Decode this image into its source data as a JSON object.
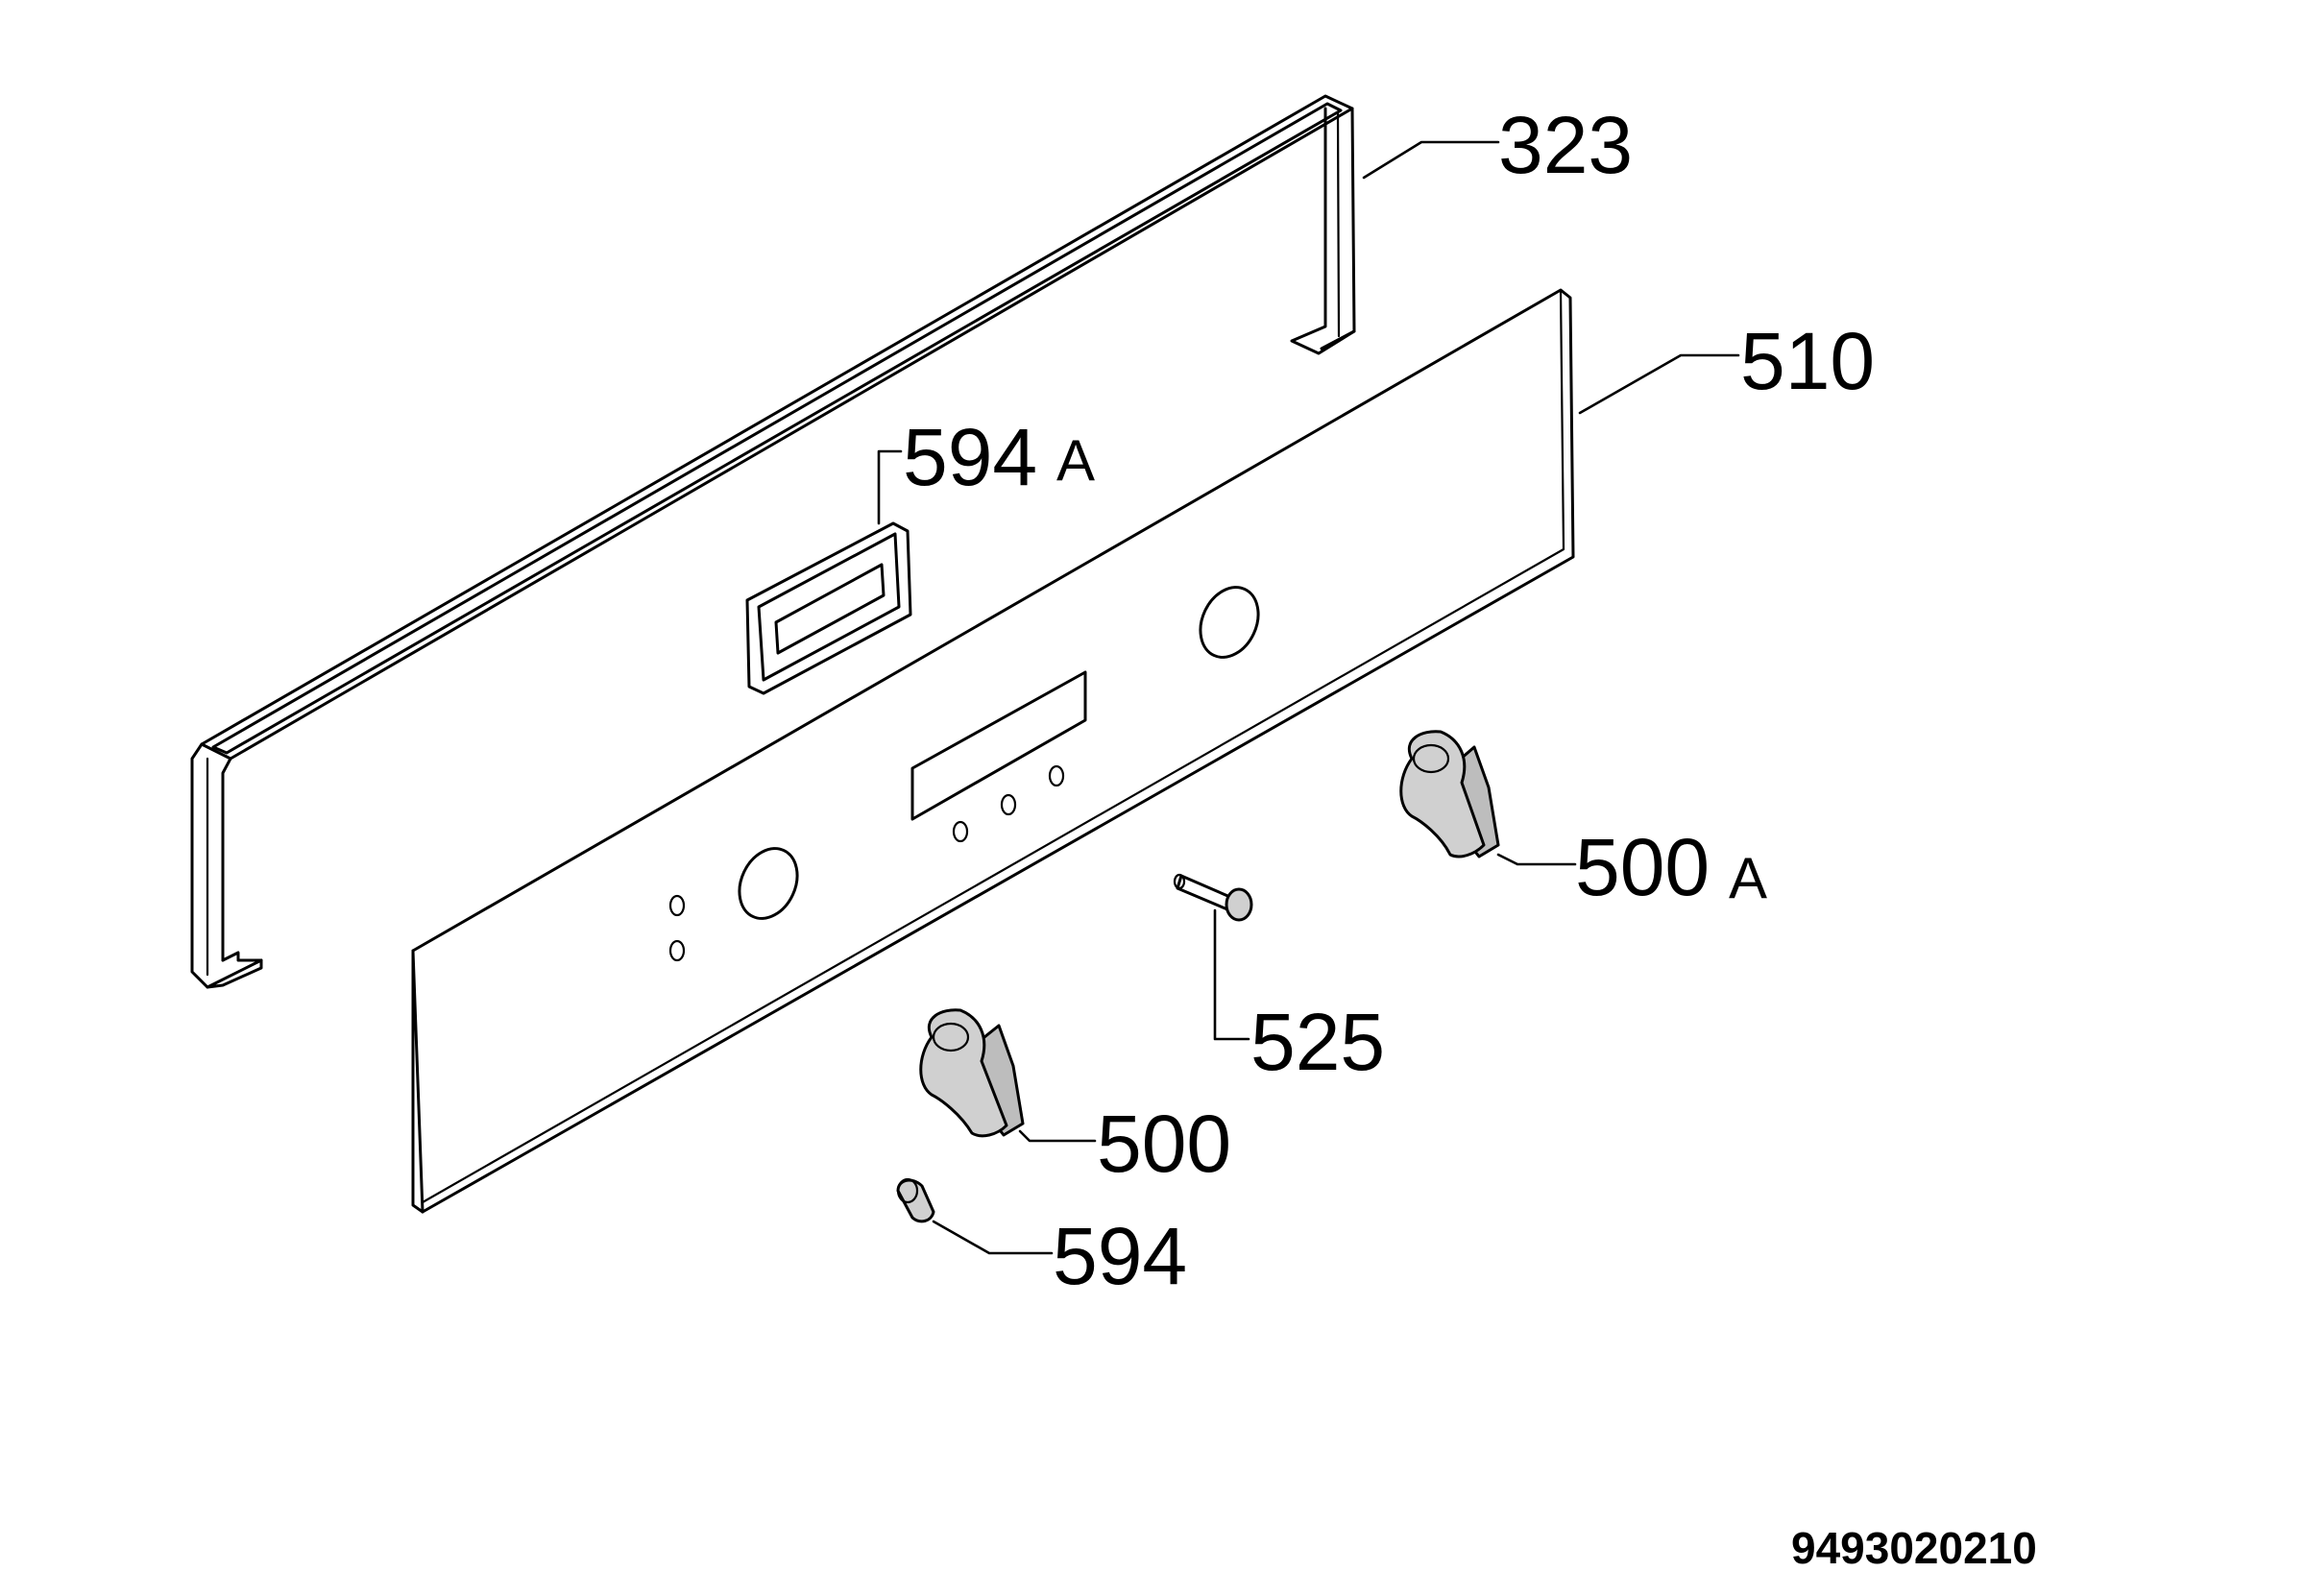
{
  "callouts": [
    {
      "id": "323",
      "number": "323",
      "suffix": ""
    },
    {
      "id": "510",
      "number": "510",
      "suffix": ""
    },
    {
      "id": "594a",
      "number": "594",
      "suffix": "A"
    },
    {
      "id": "500a",
      "number": "500",
      "suffix": "A"
    },
    {
      "id": "525",
      "number": "525",
      "suffix": ""
    },
    {
      "id": "500",
      "number": "500",
      "suffix": ""
    },
    {
      "id": "594",
      "number": "594",
      "suffix": ""
    }
  ],
  "document_number": "9493020210"
}
